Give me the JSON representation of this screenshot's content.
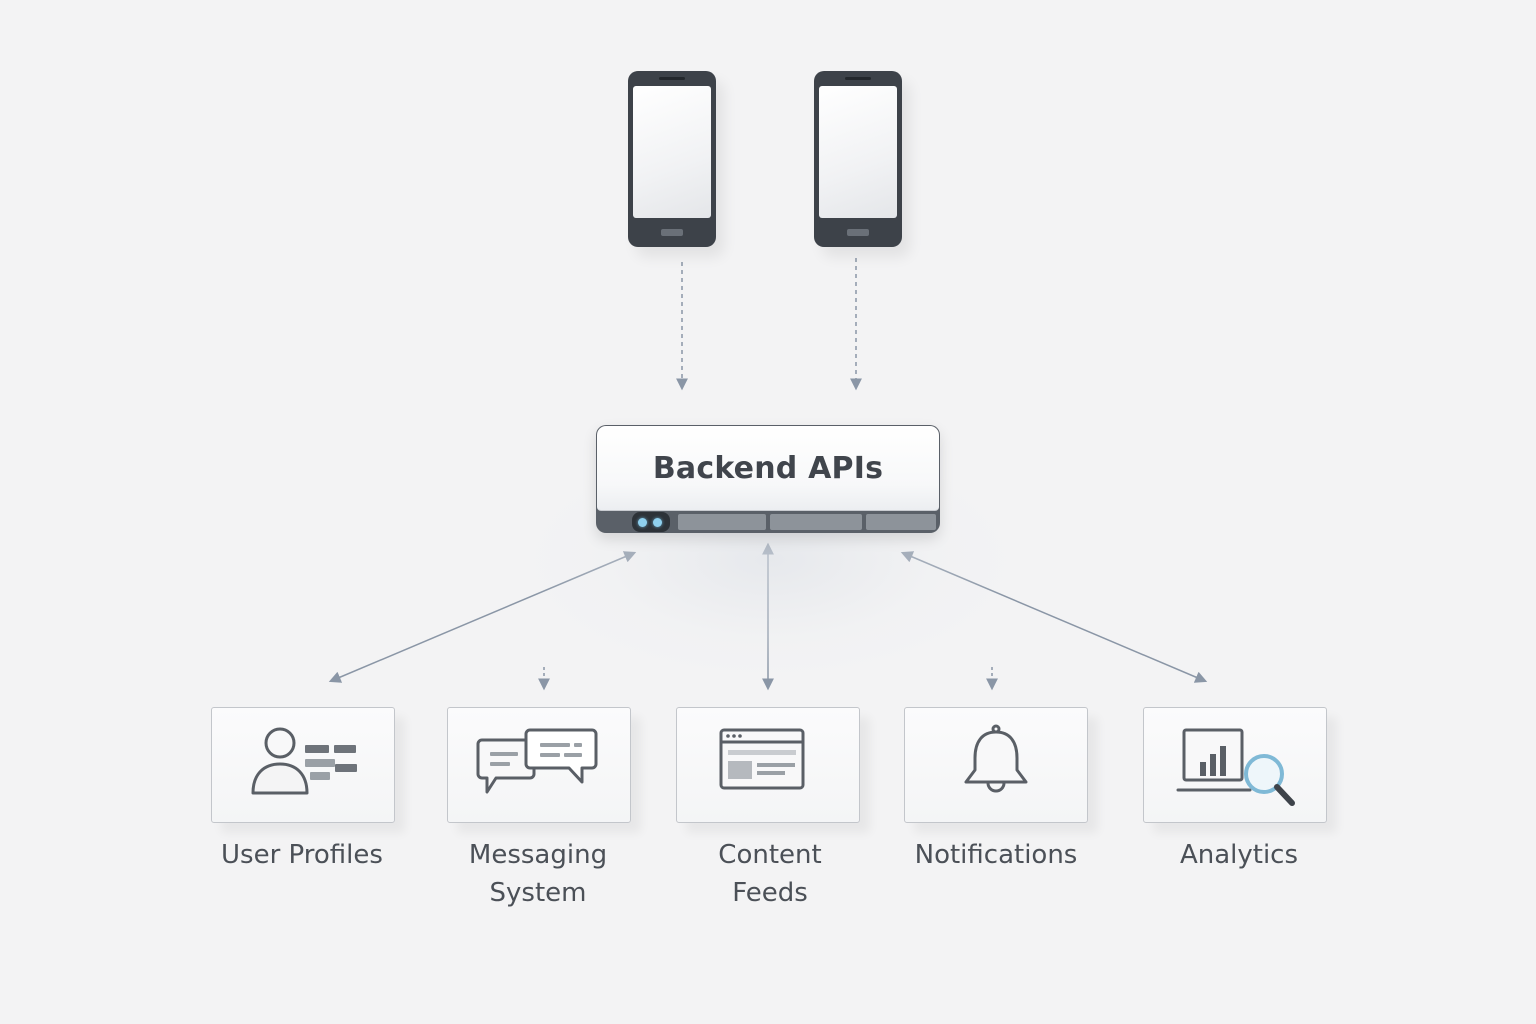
{
  "backend": {
    "title": "Backend APIs"
  },
  "clients": [
    {
      "icon": "smartphone-icon"
    },
    {
      "icon": "smartphone-icon"
    }
  ],
  "services": [
    {
      "id": "user-profiles",
      "lines": [
        "User Profiles"
      ],
      "icon": "user-profile-icon"
    },
    {
      "id": "messaging-system",
      "lines": [
        "Messaging",
        "System"
      ],
      "icon": "chat-bubbles-icon"
    },
    {
      "id": "content-feeds",
      "lines": [
        "Content",
        "Feeds"
      ],
      "icon": "browser-window-icon"
    },
    {
      "id": "notifications",
      "lines": [
        "Notifications"
      ],
      "icon": "bell-icon"
    },
    {
      "id": "analytics",
      "lines": [
        "Analytics"
      ],
      "icon": "analytics-chart-icon"
    }
  ],
  "colors": {
    "background": "#f3f3f4",
    "connector": "#8a96a6",
    "icon_stroke": "#5a5f66",
    "accent_led": "#8fd0ee",
    "magnifier": "#7fb9d6"
  }
}
